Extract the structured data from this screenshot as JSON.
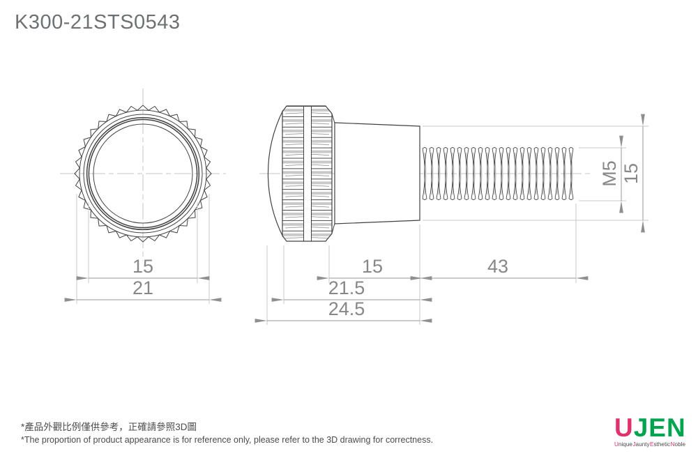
{
  "title": "K300-21STS0543",
  "drawing": {
    "front_view": {
      "dim_inner_diameter": "15",
      "dim_outer_diameter": "21"
    },
    "side_view": {
      "dim_shoulder_length": "15",
      "dim_head_length": "21.5",
      "dim_total_head_length": "24.5",
      "dim_thread_length": "43",
      "dim_thread_spec": "M5",
      "dim_shank_diameter": "15"
    }
  },
  "notes": {
    "zh": "*產品外觀比例僅供參考，正確請參照3D圖",
    "en": "*The proportion of product appearance is for reference only, please refer to the 3D drawing for correctness."
  },
  "logo": {
    "word_part1": "U",
    "word_part2": "JEN",
    "tagline": [
      {
        "initial": "U",
        "rest": "nique"
      },
      {
        "initial": "J",
        "rest": "aunty"
      },
      {
        "initial": "E",
        "rest": "sthetic"
      },
      {
        "initial": "N",
        "rest": "oble"
      }
    ],
    "colors": {
      "pink": "#e0316b",
      "green": "#00a44f"
    }
  },
  "style_colors": {
    "line_dark": "#414141",
    "line_light": "#c9c9c9",
    "dim_line": "#979797",
    "dim_text": "#878787",
    "title_text": "#6d7173"
  }
}
